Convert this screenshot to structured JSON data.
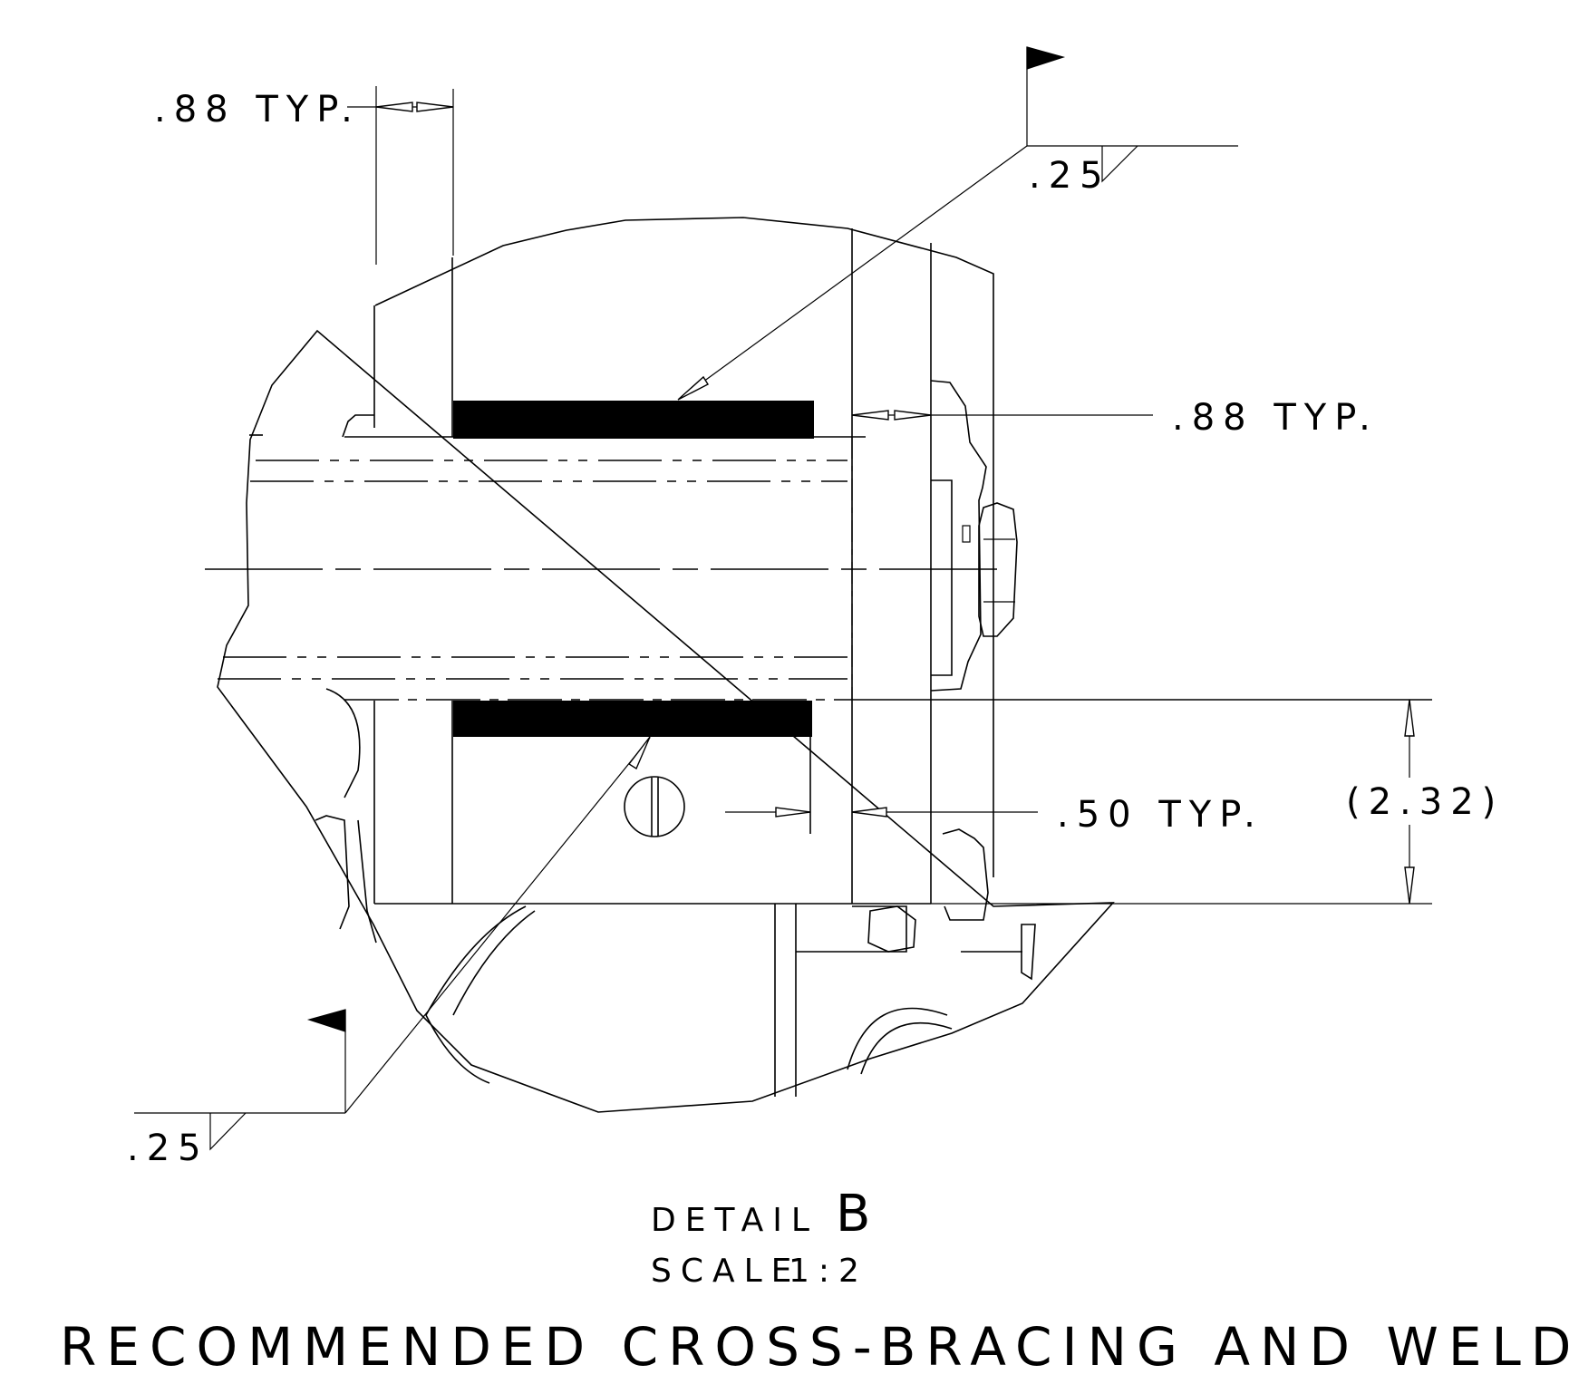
{
  "dimensions": {
    "top_left_typ": ".88 TYP.",
    "right_typ": ".88 TYP.",
    "lower_typ": ".50 TYP.",
    "overall_ref": "(2.32)"
  },
  "weld_symbols": {
    "top_size": ".25",
    "bottom_size": ".25"
  },
  "detail": {
    "label": "DETAIL",
    "letter": "B",
    "scale_label": "SCALE",
    "scale_value": "1:2"
  },
  "title": "RECOMMENDED CROSS-BRACING AND WELDING"
}
